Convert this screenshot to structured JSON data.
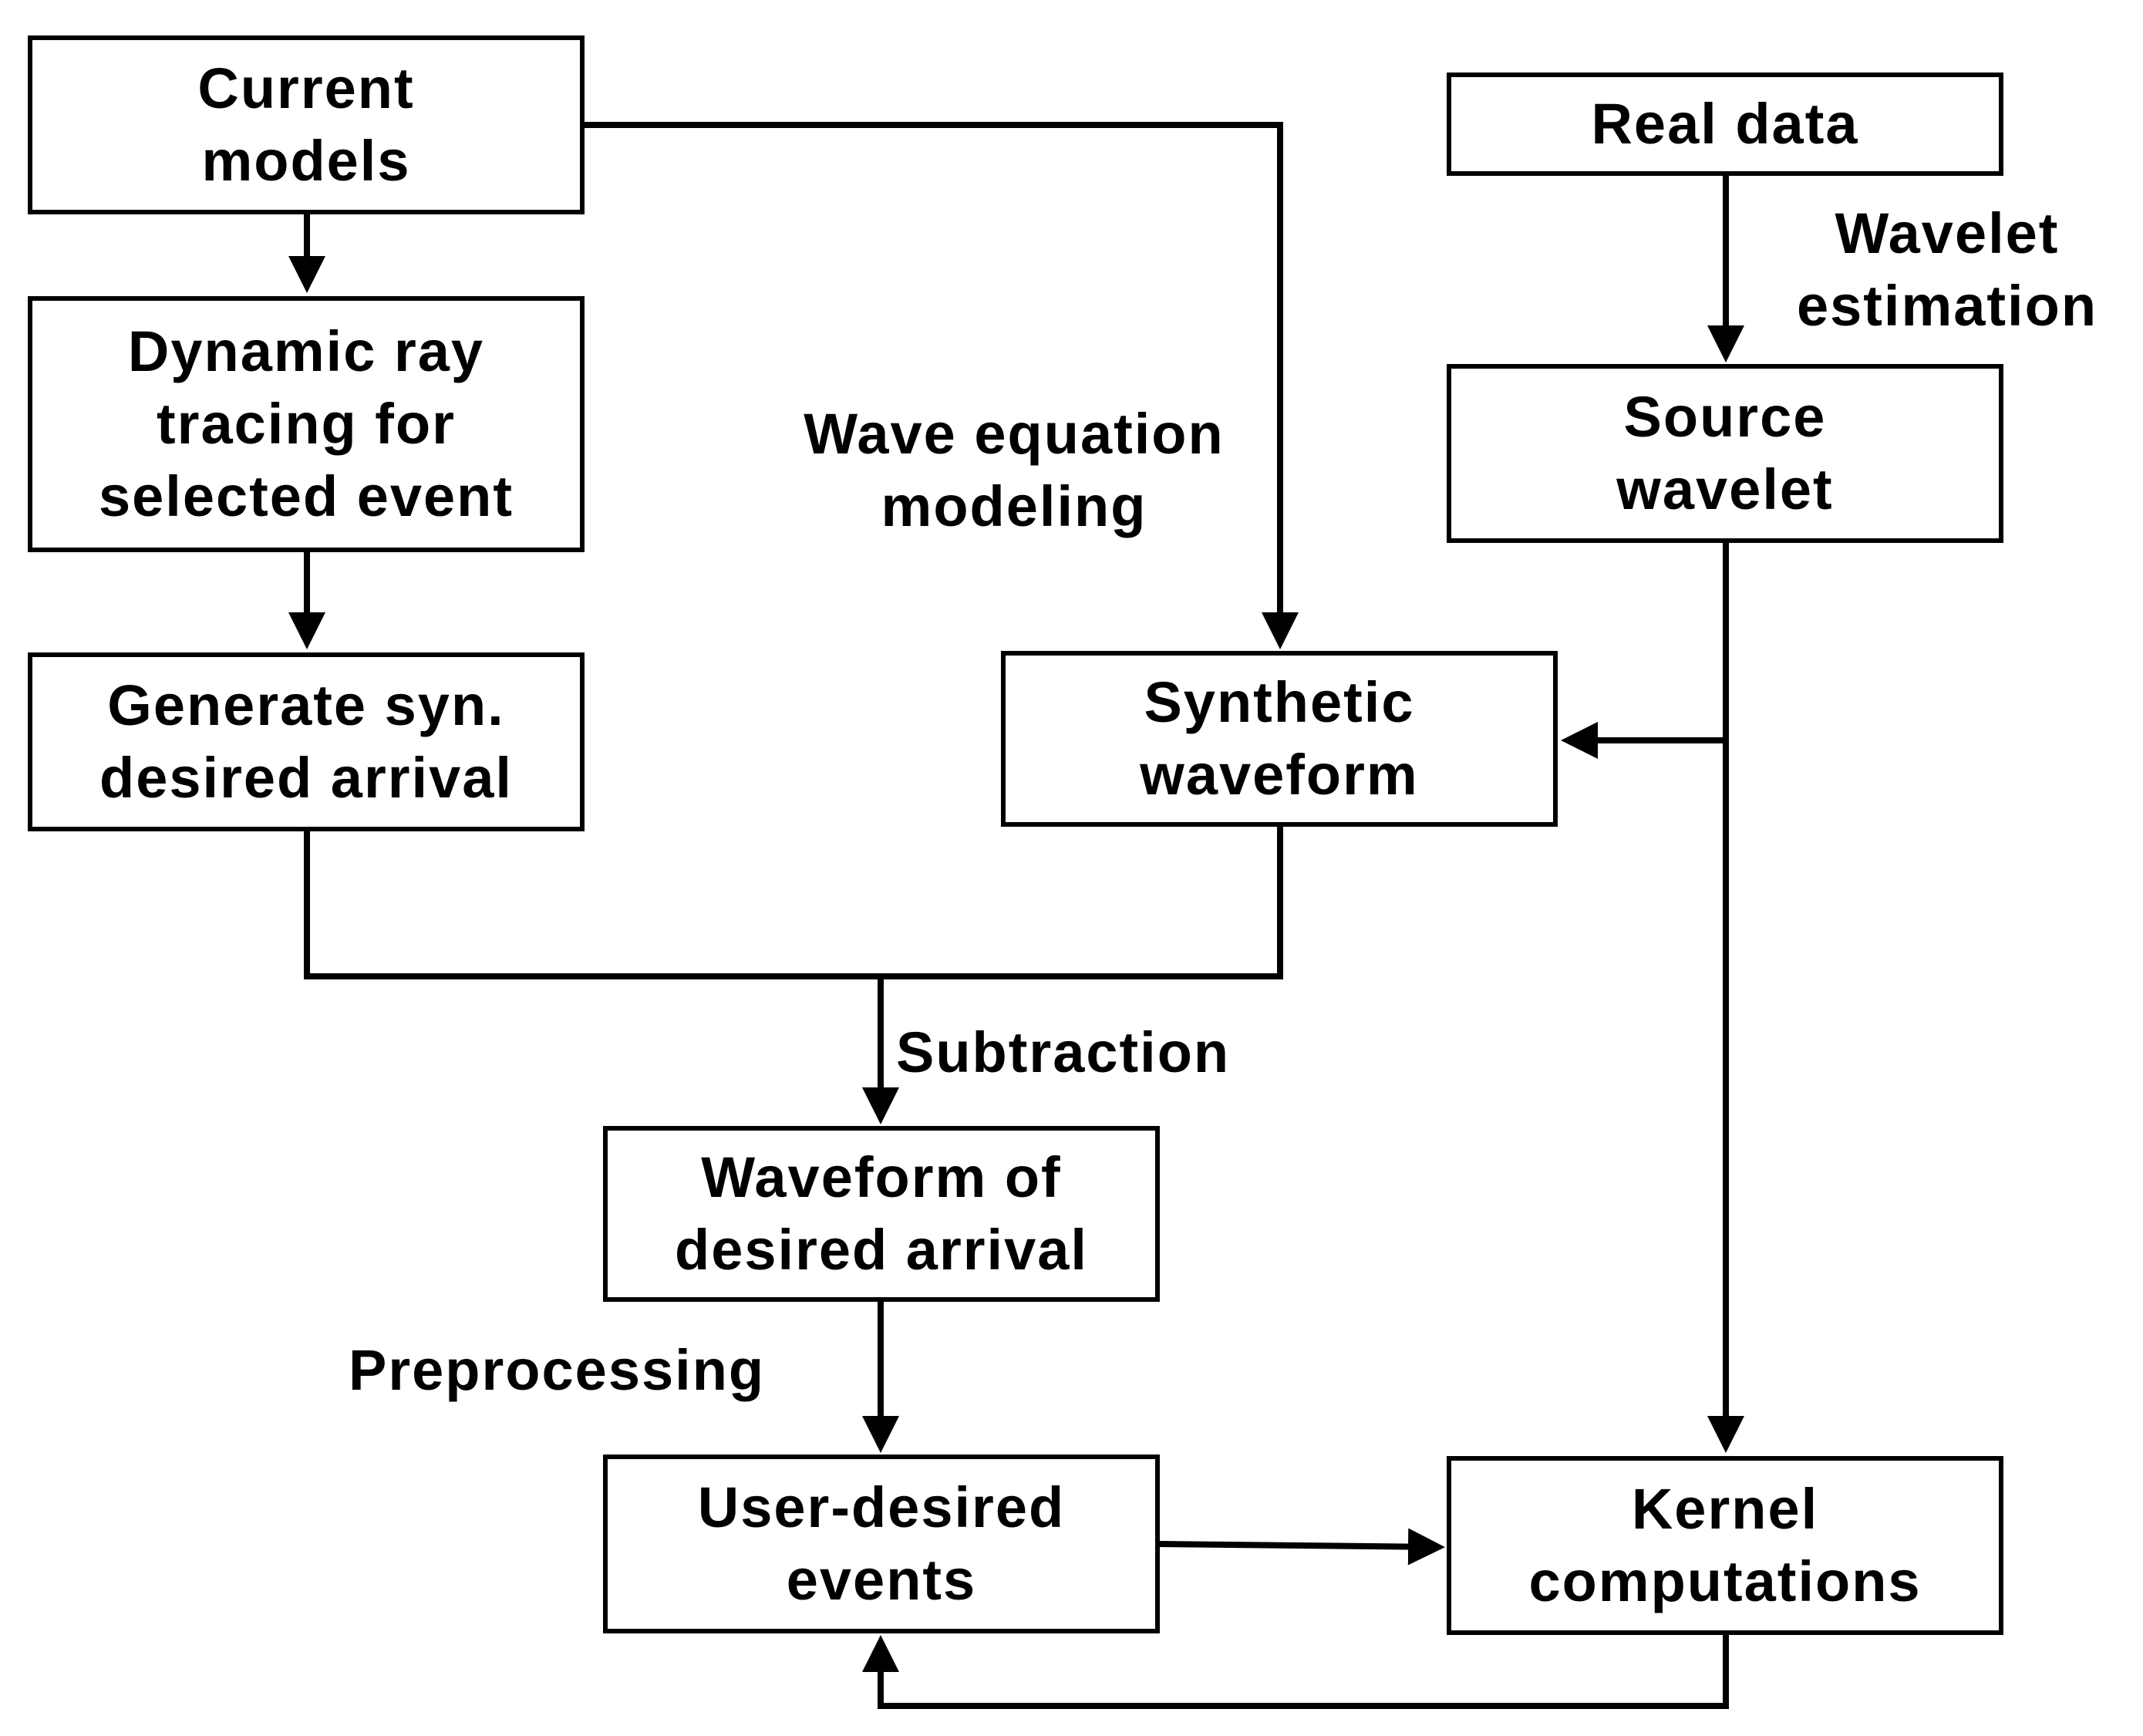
{
  "boxes": {
    "current_models": [
      "Current",
      "models"
    ],
    "dynamic_ray": [
      "Dynamic ray",
      "tracing for",
      "selected event"
    ],
    "generate_syn": [
      "Generate syn.",
      "desired arrival"
    ],
    "real_data": [
      "Real data"
    ],
    "source_wavelet": [
      "Source",
      "wavelet"
    ],
    "synthetic_waveform": [
      "Synthetic",
      "waveform"
    ],
    "waveform_desired": [
      "Waveform of",
      "desired arrival"
    ],
    "user_desired": [
      "User-desired",
      "events"
    ],
    "kernel": [
      "Kernel",
      "computations"
    ]
  },
  "labels": {
    "wavelet_estimation": [
      "Wavelet",
      "estimation"
    ],
    "wave_equation": [
      "Wave equation",
      "modeling"
    ],
    "subtraction": "Subtraction",
    "preprocessing": "Preprocessing"
  }
}
